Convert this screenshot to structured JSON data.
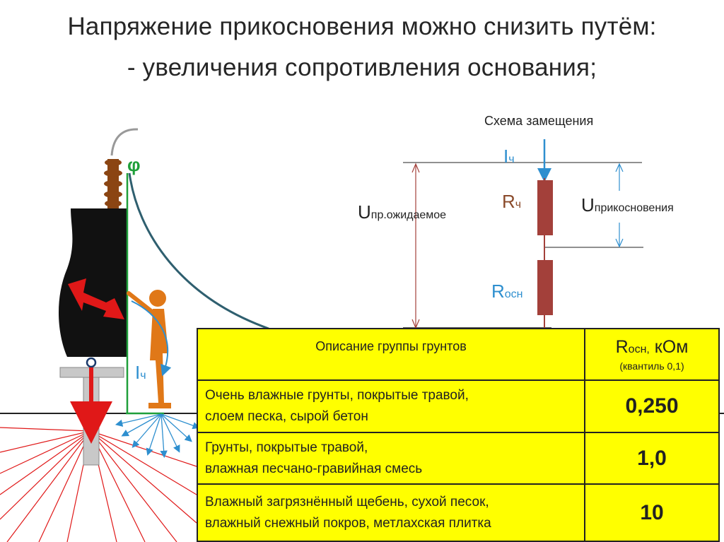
{
  "title": {
    "line1": "Напряжение прикосновения можно снизить путём:",
    "line2": "- увеличения сопротивления основания;"
  },
  "scheme": {
    "caption": "Схема замещения",
    "current": "I",
    "current_sub": "ч",
    "r_person": "R",
    "r_person_sub": "ч",
    "r_base": "R",
    "r_base_sub": "осн",
    "u_expected": "U",
    "u_expected_sub": "пр.ожидаемое",
    "u_touch": "U",
    "u_touch_sub": "прикосновения"
  },
  "illustration": {
    "phi": "φ",
    "current": "I",
    "current_sub": "ч"
  },
  "table": {
    "header_desc": "Описание группы грунтов",
    "header_r": "R",
    "header_r_sub": "осн,",
    "header_r_unit": " кОм",
    "header_r_note": "(квантиль 0,1)",
    "rows": [
      {
        "line1": "Очень влажные грунты, покрытые травой,",
        "line2": "слоем песка, сырой бетон",
        "value": "0,250"
      },
      {
        "line1": "Грунты, покрытые травой,",
        "line2": "влажная песчано-гравийная смесь",
        "value": "1,0"
      },
      {
        "line1": "Влажный загрязнённый щебень, сухой песок,",
        "line2": "влажный снежный покров, метлахская плитка",
        "value": "10"
      }
    ]
  },
  "colors": {
    "resistor": "#a3403a",
    "label_brown": "#8a4a2a",
    "label_blue": "#2e8fcf",
    "green": "#1f9f3a",
    "person": "#e07818",
    "arrow_red": "#e01818",
    "table_bg": "#ffff00"
  }
}
